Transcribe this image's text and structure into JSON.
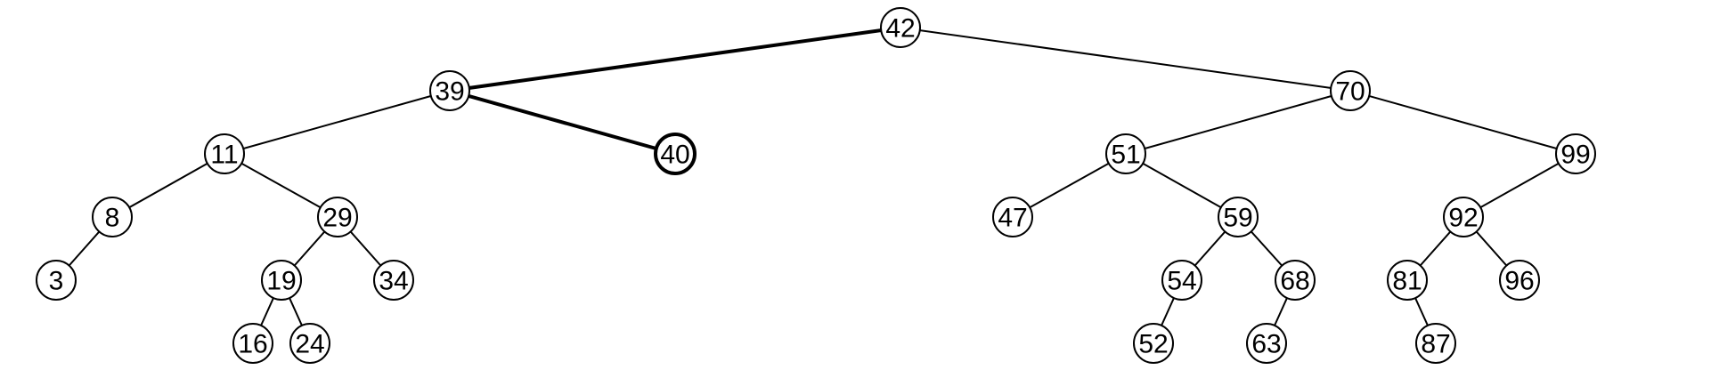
{
  "tree": {
    "highlight_color": "#e8201c",
    "edge_color": "#000000",
    "node_stroke": "#000000",
    "node_fill": "#ffffff",
    "text_color": "#000000",
    "highlighted_node": "40",
    "highlighted_path": [
      "42",
      "39",
      "40"
    ],
    "nodes": [
      {
        "id": "42",
        "label": "42",
        "parent": null
      },
      {
        "id": "39",
        "label": "39",
        "parent": "42"
      },
      {
        "id": "70",
        "label": "70",
        "parent": "42"
      },
      {
        "id": "11",
        "label": "11",
        "parent": "39"
      },
      {
        "id": "40",
        "label": "40",
        "parent": "39"
      },
      {
        "id": "51",
        "label": "51",
        "parent": "70"
      },
      {
        "id": "99",
        "label": "99",
        "parent": "70"
      },
      {
        "id": "8",
        "label": "8",
        "parent": "11"
      },
      {
        "id": "29",
        "label": "29",
        "parent": "11"
      },
      {
        "id": "47",
        "label": "47",
        "parent": "51"
      },
      {
        "id": "59",
        "label": "59",
        "parent": "51"
      },
      {
        "id": "92",
        "label": "92",
        "parent": "99"
      },
      {
        "id": "3",
        "label": "3",
        "parent": "8"
      },
      {
        "id": "19",
        "label": "19",
        "parent": "29"
      },
      {
        "id": "34",
        "label": "34",
        "parent": "29"
      },
      {
        "id": "54",
        "label": "54",
        "parent": "59"
      },
      {
        "id": "68",
        "label": "68",
        "parent": "59"
      },
      {
        "id": "81",
        "label": "81",
        "parent": "92"
      },
      {
        "id": "96",
        "label": "96",
        "parent": "92"
      },
      {
        "id": "16",
        "label": "16",
        "parent": "19"
      },
      {
        "id": "24",
        "label": "24",
        "parent": "19"
      },
      {
        "id": "52",
        "label": "52",
        "parent": "54"
      },
      {
        "id": "63",
        "label": "63",
        "parent": "68"
      },
      {
        "id": "87",
        "label": "87",
        "parent": "81"
      }
    ]
  }
}
